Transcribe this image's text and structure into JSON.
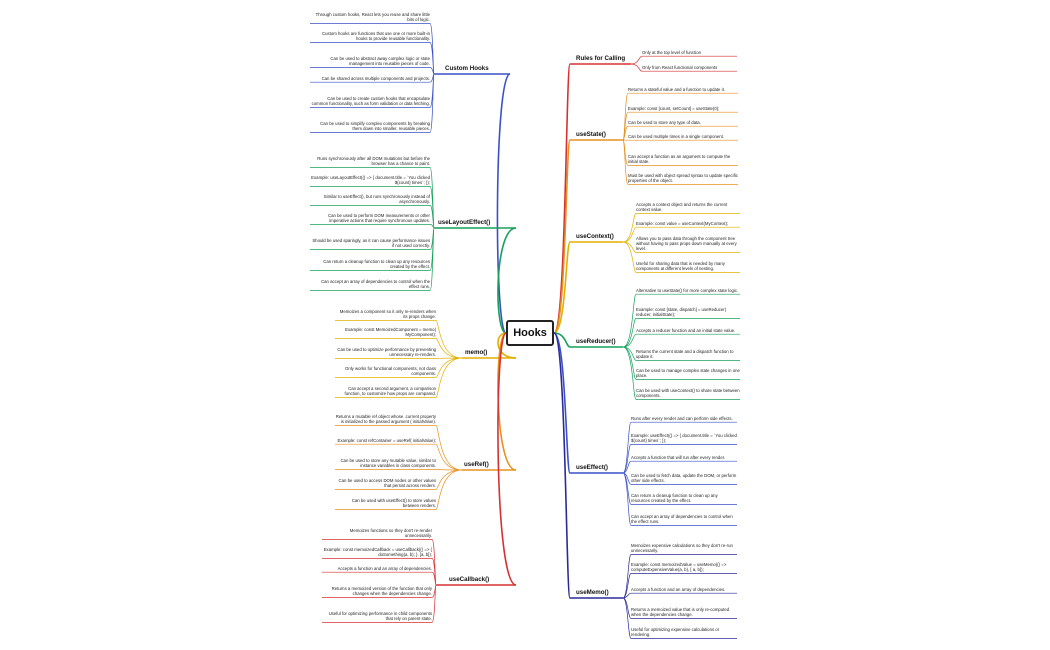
{
  "root": "Hooks",
  "branches": [
    {
      "id": "custom-hooks",
      "side": "left",
      "color": "#3a50c8",
      "title": "Custom Hooks",
      "children": [
        "Through custom hooks, React lets you reuse and share little bits of logic.",
        "Custom hooks are functions that use one or more built-in hooks to provide reusable functionality.",
        "Can be used to abstract away complex logic or state management into reusable pieces of code.",
        "Can be shared across multiple components and projects.",
        "Can be used to create custom hooks that encapsulate common functionality, such as form validation or data fetching.",
        "Can be used to simplify complex components by breaking them down into smaller, reusable pieces."
      ]
    },
    {
      "id": "use-layout-effect",
      "side": "left",
      "color": "#16a05a",
      "title": "useLayoutEffect()",
      "children": [
        "Runs synchronously after all DOM mutations but before the browser has a chance to paint.",
        "Example: useLayoutEffect(() => { document.title = `You clicked ${count} times`; });",
        "Similar to useEffect(), but runs synchronously instead of asynchronously.",
        "Can be used to perform DOM measurements or other imperative actions that require synchronous updates.",
        "Should be used sparingly, as it can cause performance issues if not used correctly.",
        "Can return a cleanup function to clean up any resources created by the effect.",
        "Can accept an array of dependencies to control when the effect runs."
      ]
    },
    {
      "id": "memo",
      "side": "left",
      "color": "#e0b000",
      "title": "memo()",
      "children": [
        "Memoizes a component so it only re-renders when its props change.",
        "Example: const MemoizedComponent = memo( MyComponent);",
        "Can be used to optimize performance by preventing unnecessary re-renders.",
        "Only works for functional components, not class components.",
        "Can accept a second argument, a comparison function, to customize how props are compared."
      ]
    },
    {
      "id": "use-ref",
      "side": "left",
      "color": "#e69020",
      "title": "useRef()",
      "children": [
        "Returns a mutable ref object whose .current property is initialized to the passed argument ( initialValue).",
        "Example: const refContainer = useRef( initialValue);",
        "Can be used to store any mutable value, similar to instance variables in class components.",
        "Can be used to access DOM nodes or other values that persist across renders.",
        "Can be used with useEffect() to store values between renders."
      ]
    },
    {
      "id": "use-callback",
      "side": "left",
      "color": "#d83030",
      "title": "useCallback()",
      "children": [
        "Memoizes functions so they don't re-render unnecessarily.",
        "Example: const memoizedCallback = useCallback(() => { doSomething(a, b); }, [a, b]);",
        "Accepts a function and an array of dependencies.",
        "Returns a memoized version of the function that only changes when the dependencies change.",
        "Useful for optimizing performance in child components that rely on parent state."
      ]
    },
    {
      "id": "rules-for-calling",
      "side": "right",
      "color": "#d83030",
      "title": "Rules for Calling",
      "children": [
        "Only at the top level of function",
        "Only from React functional components"
      ]
    },
    {
      "id": "use-state",
      "side": "right",
      "color": "#e69020",
      "title": "useState()",
      "children": [
        "Returns a stateful value and a function to update it.",
        "Example: const [count, setCount] = useState(0);",
        "Can be used to store any type of data.",
        "Can be used multiple times in a single component.",
        "Can accept a function as an argument to compute the initial state.",
        "Must be used with object spread syntax to update specific properties of the object."
      ]
    },
    {
      "id": "use-context",
      "side": "right",
      "color": "#e0b000",
      "title": "useContext()",
      "children": [
        "Accepts a context object and returns the current context value.",
        "Example: const value = useContext(MyContext);",
        "Allows you to pass data through the component tree without having to pass props down manually at every level.",
        "Useful for sharing data that is needed by many components at different levels of nesting."
      ]
    },
    {
      "id": "use-reducer",
      "side": "right",
      "color": "#16a05a",
      "title": "useReducer()",
      "children": [
        "Alternative to useState() for more complex state logic.",
        "Example: const [state, dispatch] = useReducer( reducer, initialState);",
        "Accepts a reducer function and an initial state value.",
        "Returns the current state and a dispatch function to update it.",
        "Can be used to manage complex state changes in one place.",
        "Can be used with useContext() to share state between components."
      ]
    },
    {
      "id": "use-effect",
      "side": "right",
      "color": "#3a50c8",
      "title": "useEffect()",
      "children": [
        "Runs after every render and can perform side effects.",
        "Example: useEffect(() => { document.title = `You clicked ${count} times`; });",
        "Accepts a function that will run after every render.",
        "Can be used to fetch data, update the DOM, or perform other side effects.",
        "Can return a cleanup function to clean up any resources created by the effect.",
        "Can accept an array of dependencies to control when the effect runs."
      ]
    },
    {
      "id": "use-memo",
      "side": "right",
      "color": "#2a2a9a",
      "title": "useMemo()",
      "children": [
        "Memoizes expensive calculations so they don't re-run unnecessarily.",
        "Example: const memoizedValue = useMemo(() => computeExpensiveValue(a, b), [ a, b]);",
        "Accepts a function and an array of dependencies.",
        "Returns a memoized value that is only re-computed when the dependencies change.",
        "Useful for optimizing expensive calculations or rendering."
      ]
    }
  ]
}
